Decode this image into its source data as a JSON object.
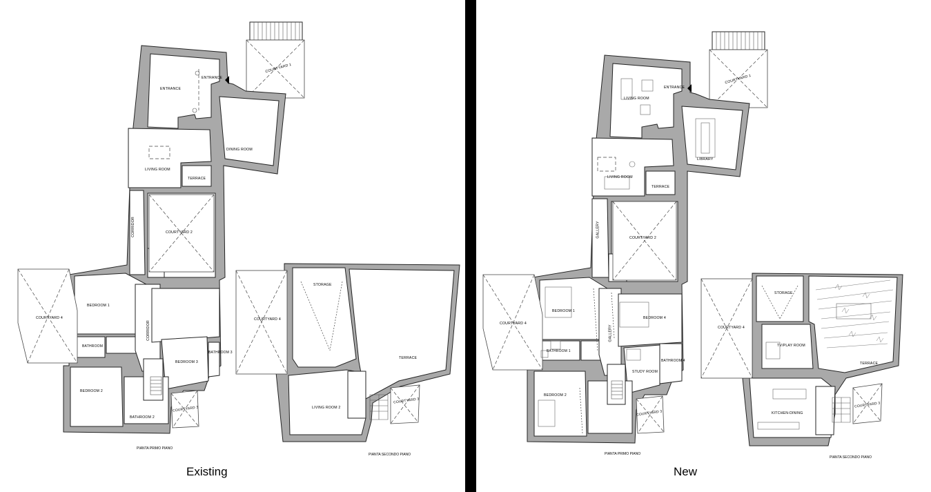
{
  "plans": [
    {
      "caption": "Existing",
      "first_floor_title": "PIANTA PRIMO PIANO",
      "second_floor_title": "PIANTA SECONDO PIANO",
      "rooms": {
        "entrance_a": "ENTRANCE",
        "entrance_b": "ENTRANCE",
        "courtyard1": "COURTYARD 1",
        "dining": "DINING ROOM",
        "living": "LIVING ROOM",
        "terrace": "TERRACE",
        "corridor1": "CORRIDOR",
        "courtyard2": "COURTYARD 2",
        "courtyard4": "COURTYARD 4",
        "bedroom1": "BEDROOM 1",
        "bathroom": "BATHROOM",
        "corridor2": "CORRIDOR",
        "bedroom3": "BEDROOM 3",
        "bathroom3": "BATHROOM 3",
        "bedroom2": "BEDROOM 2",
        "bathroom2": "BATHROOM 2",
        "courtyard3": "COURTYARD 3",
        "courtyard4_b": "COURTYARD 4",
        "storage": "STORAGE",
        "terrace2": "TERRACE",
        "living2": "LIVING ROOM 2",
        "courtyard3_b": "COURTYARD 3"
      }
    },
    {
      "caption": "New",
      "first_floor_title": "PIANTA PRIMO PIANO",
      "second_floor_title": "PIANTA SECONDO PIANO",
      "rooms": {
        "living_top": "LIVING ROOM",
        "entrance": "ENTRANCE",
        "courtyard1": "COURTYARD 1",
        "library": "LIBRARY",
        "living": "LIVING ROOM",
        "terrace": "TERRACE",
        "gallery1": "GALLERY",
        "courtyard2": "COURTYARD 2",
        "courtyard4": "COURTYARD 4",
        "bedroom1": "BEDROOM 1",
        "bathroom1": "BATHROOM 1",
        "gallery2": "GALLERY",
        "bedroom4": "BEDROOM 4",
        "study": "STUDY ROOM",
        "bathroom4": "BATHROOM 4",
        "bedroom2": "BEDROOM 2",
        "courtyard3": "COURTYARD 3",
        "courtyard4_b": "COURTYARD 4",
        "storage": "STORAGE",
        "tv": "TV/PLAY ROOM",
        "terrace2": "TERRACE",
        "kitchen": "KITCHEN-DINING",
        "courtyard3_b": "COURTYARD 3"
      }
    }
  ]
}
